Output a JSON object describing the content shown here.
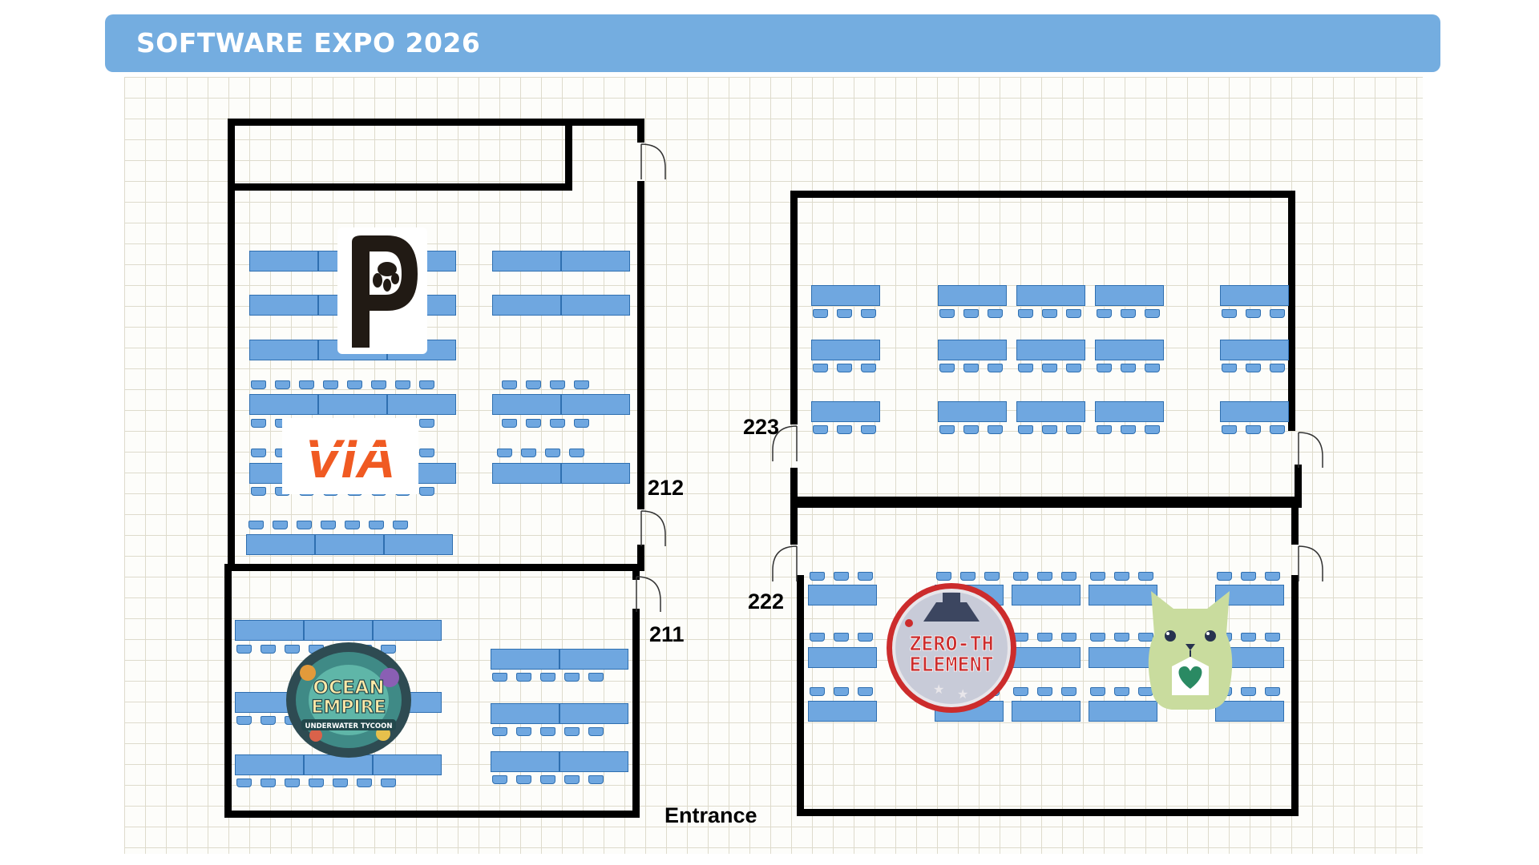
{
  "header": {
    "title": "SOFTWARE EXPO 2026",
    "bg": "#74ade0"
  },
  "colors": {
    "desk": "#6fa7e0",
    "desk_line": "#2f6fb0",
    "chair": "#6fa7e0",
    "wall": "#000000"
  },
  "rooms": {
    "r211": {
      "label": "211"
    },
    "r212": {
      "label": "212"
    },
    "r222": {
      "label": "222"
    },
    "r223": {
      "label": "223"
    }
  },
  "entrance": {
    "label": "Entrance"
  },
  "logos": {
    "via": {
      "text": "VIA",
      "color": "#f05a22"
    },
    "ocean": {
      "line1": "OCEAN",
      "line2": "EMPIRE",
      "line3": "UNDERWATER TYCOON"
    },
    "zero": {
      "line1": "ZERO-TH",
      "line2": "ELEMENT"
    },
    "p": {
      "icon": "p-flower-icon"
    },
    "cat": {
      "icon": "cat-heart-icon"
    }
  }
}
